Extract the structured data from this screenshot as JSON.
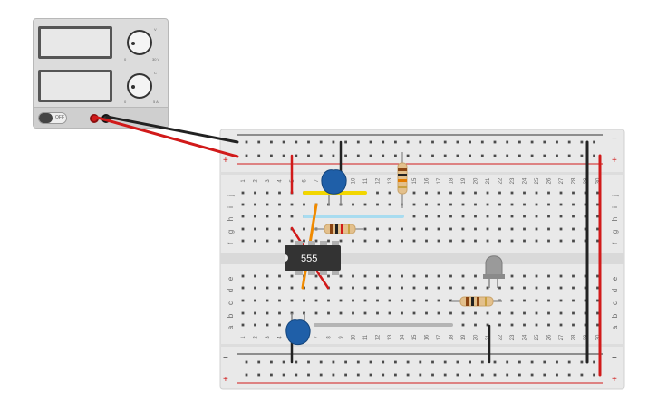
{
  "power_supply": {
    "switch_label": "OFF",
    "voltage_knob": {
      "label": "V",
      "min": "0",
      "max": "30 V"
    },
    "current_knob": {
      "label": "C",
      "min": "0",
      "max": "5 A"
    }
  },
  "breadboard": {
    "rail_signs": {
      "minus": "−",
      "plus": "+"
    },
    "row_letters_top": [
      "j",
      "i",
      "h",
      "g",
      "f"
    ],
    "row_letters_bottom": [
      "e",
      "d",
      "c",
      "b",
      "a"
    ],
    "columns": [
      "1",
      "2",
      "3",
      "4",
      "5",
      "6",
      "7",
      "8",
      "9",
      "10",
      "11",
      "12",
      "13",
      "14",
      "15",
      "16",
      "17",
      "18",
      "19",
      "20",
      "21",
      "22",
      "23",
      "24",
      "25",
      "26",
      "27",
      "28",
      "29",
      "30"
    ]
  },
  "ic": {
    "label": "555"
  },
  "colors": {
    "wire_red": "#d11a1a",
    "wire_black": "#222222",
    "wire_yellow": "#f2d600",
    "wire_blue": "#a8dcf0",
    "wire_orange": "#f08a00",
    "wire_gray": "#b4b4b4",
    "capacitor": "#1f5fa8",
    "led": "#9a9a9a",
    "ic_body": "#333333"
  }
}
